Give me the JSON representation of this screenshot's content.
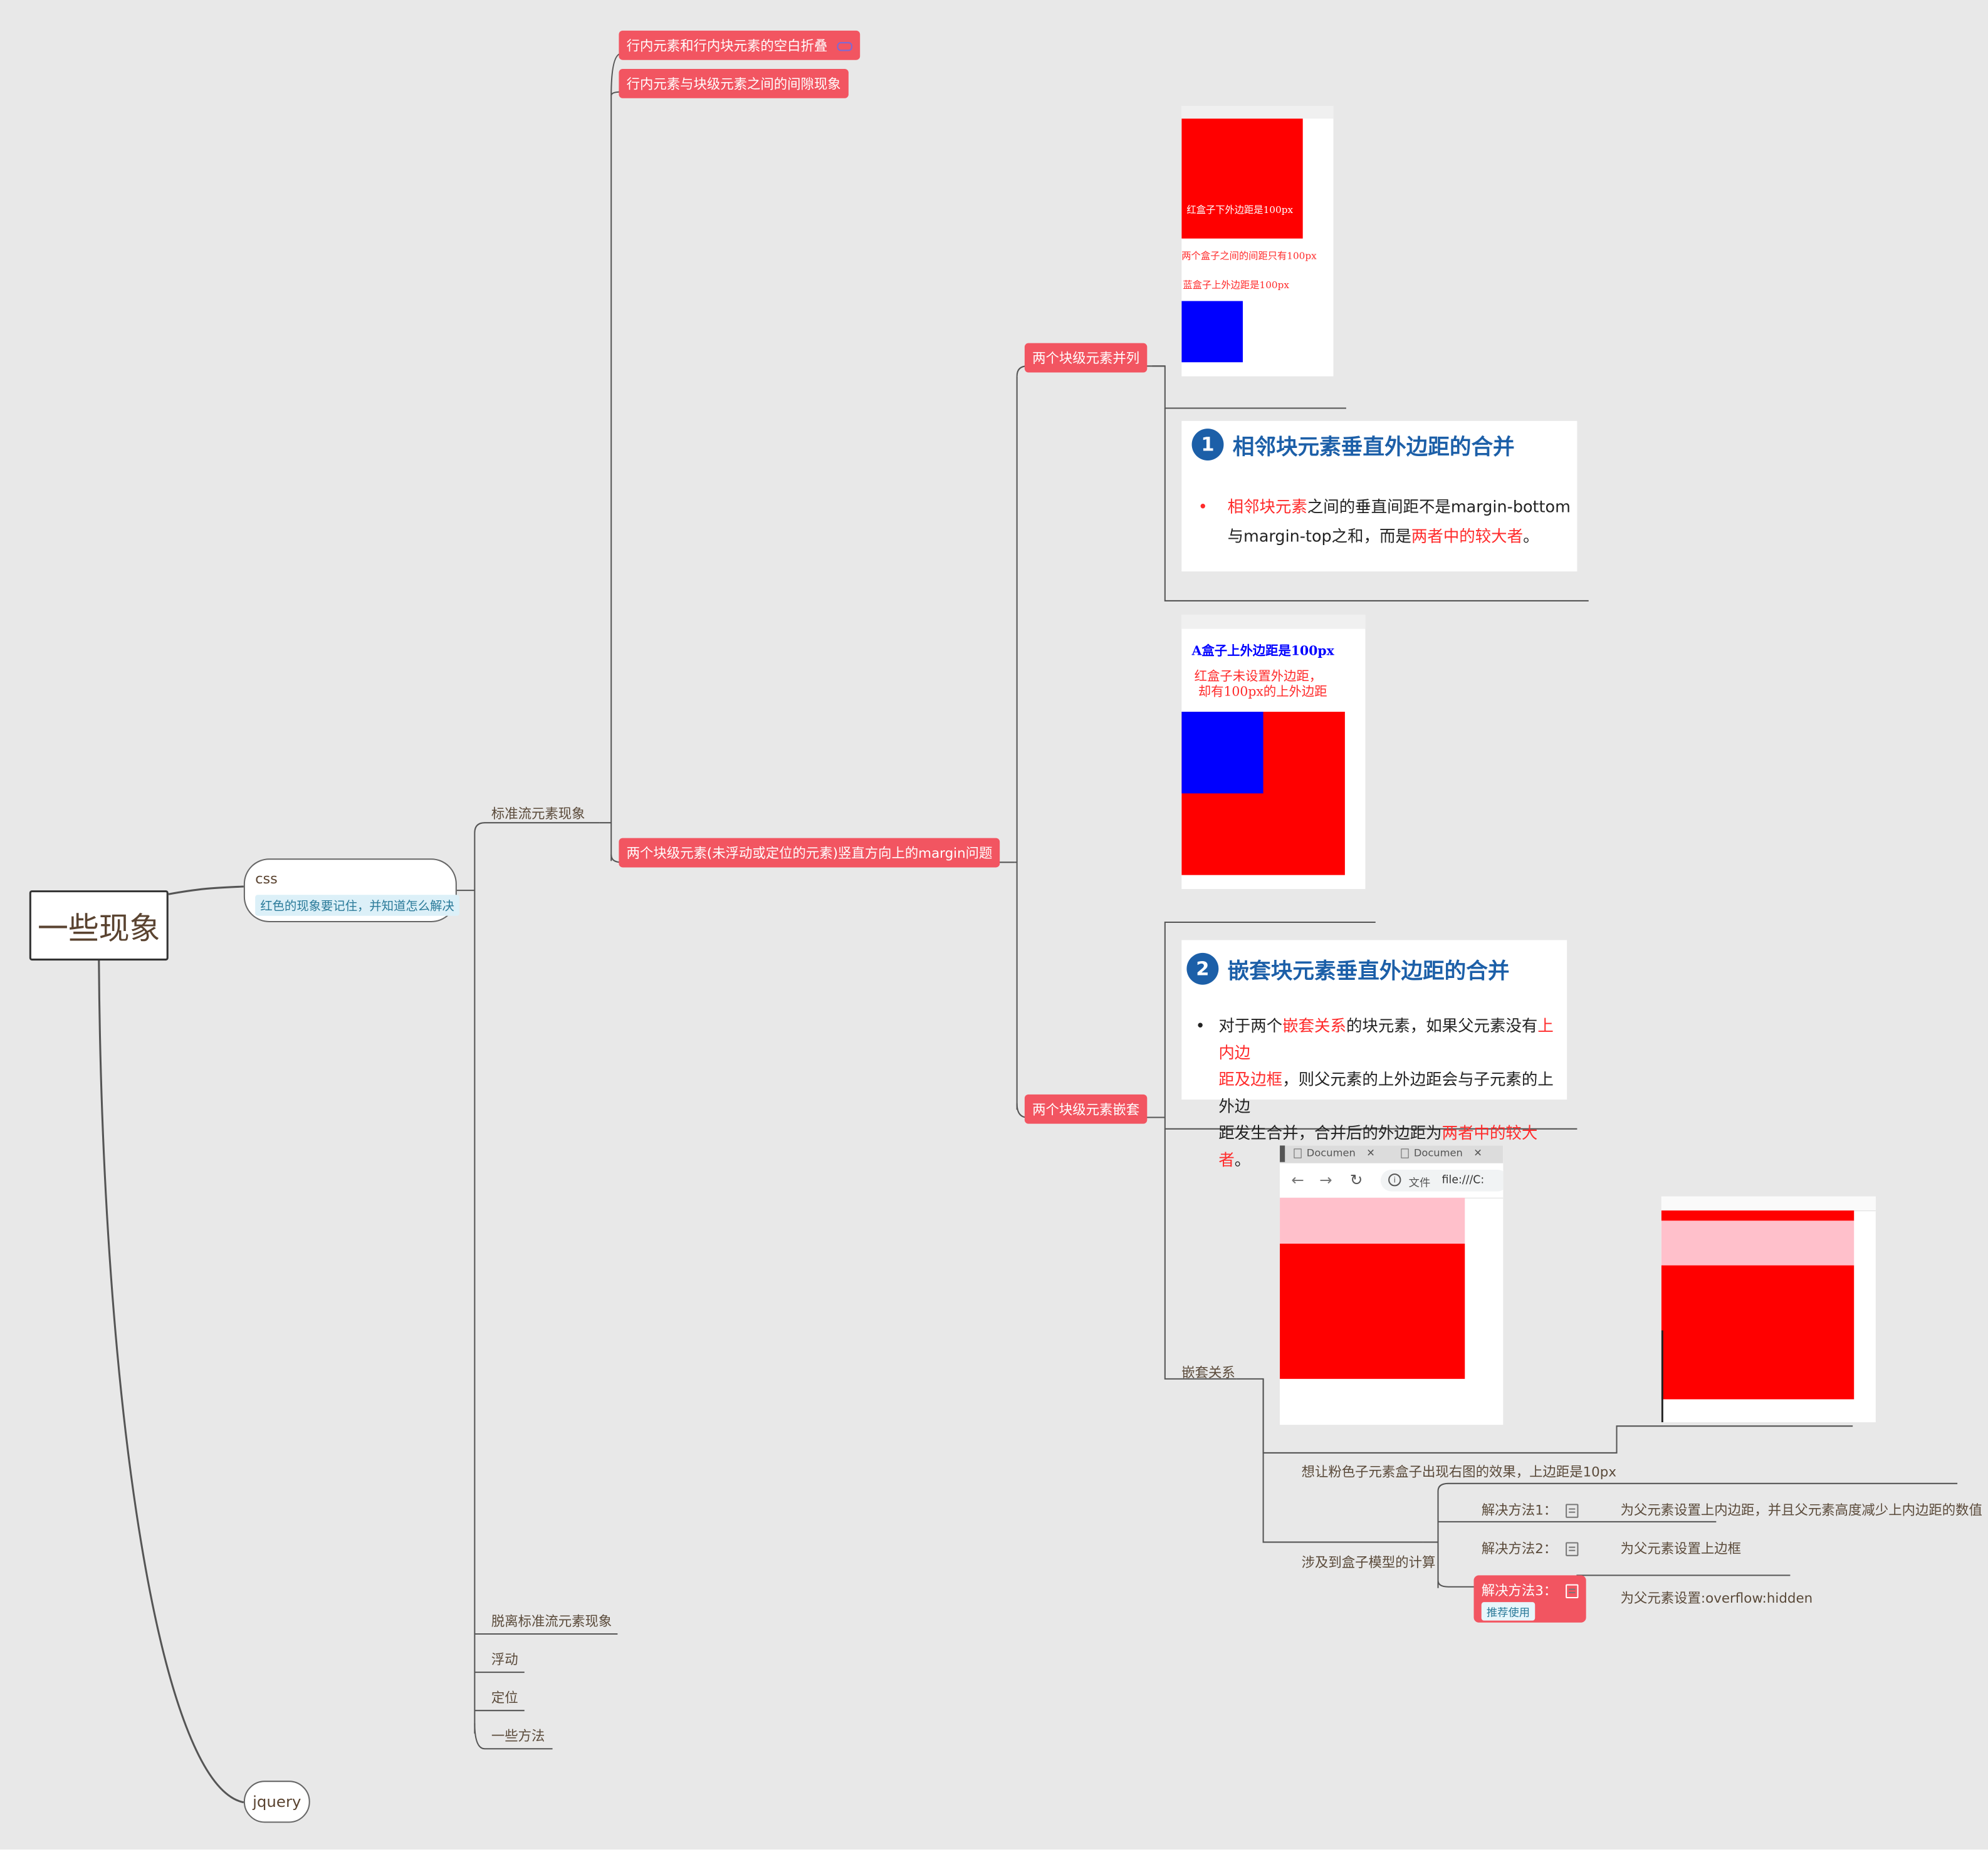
{
  "root": "一些现象",
  "css": {
    "label": "css",
    "note": "红色的现象要记住，并知道怎么解决"
  },
  "jquery": "jquery",
  "standard_flow": {
    "label": "标准流元素现象",
    "items": [
      "行内元素和行内块元素的空白折叠",
      "行内元素与块级元素之间的间隙现象",
      "两个块级元素(未浮动或定位的元素)竖直方向上的margin问题"
    ]
  },
  "other_topics": [
    "脱离标准流元素现象",
    "浮动",
    "定位",
    "一些方法"
  ],
  "parallel": {
    "label": "两个块级元素并列",
    "img_caption1": "红盒子下外边距是100px",
    "img_caption2": "两个盒子之间的间距只有100px",
    "img_caption3": "蓝盒子上外边距是100px",
    "card": {
      "number": "1",
      "title": "相邻块元素垂直外边距的合并",
      "bullet": "•",
      "line1": [
        {
          "t": "相邻块元素",
          "red": true
        },
        {
          "t": "之间的垂直间距不是margin-bottom",
          "red": false
        }
      ],
      "line2": [
        {
          "t": "与margin-top之和，而是",
          "red": false
        },
        {
          "t": "两者中的较大者",
          "red": true
        },
        {
          "t": "。",
          "red": false
        }
      ]
    },
    "img2_caption1": "A盒子上外边距是100px",
    "img2_caption2a": "红盒子未设置外边距，",
    "img2_caption2b": "却有100px的上外边距"
  },
  "nested": {
    "label": "两个块级元素嵌套",
    "card": {
      "number": "2",
      "title": "嵌套块元素垂直外边距的合并",
      "bullet": "•",
      "line1": [
        {
          "t": "对于两个",
          "red": false
        },
        {
          "t": "嵌套关系",
          "red": true
        },
        {
          "t": "的块元素，如果父元素没有",
          "red": false
        },
        {
          "t": "上内边",
          "red": true
        }
      ],
      "line2": [
        {
          "t": "距及边框",
          "red": true
        },
        {
          "t": "，则父元素的上外边距会与子元素的上外边",
          "red": false
        }
      ],
      "line3": [
        {
          "t": "距发生合并，合并后的外边距为",
          "red": false
        },
        {
          "t": "两者中的较大者",
          "red": true
        },
        {
          "t": "。",
          "red": false
        }
      ]
    },
    "relation": "嵌套关系",
    "browser": {
      "tab1": "Documen",
      "tab2": "Documen",
      "close": "✕",
      "address_label": "文件",
      "address": "file:///C:"
    },
    "goal": "想让粉色子元素盒子出现右图的效果，上边距是10px",
    "calc": "涉及到盒子模型的计算",
    "solutions": [
      {
        "label": "解决方法1：",
        "desc": "为父元素设置上内边距，并且父元素高度减少上内边距的数值"
      },
      {
        "label": "解决方法2：",
        "desc": "为父元素设置上边框"
      },
      {
        "label": "解决方法3：",
        "desc": "为父元素设置:overflow:hidden",
        "tag": "推荐使用"
      }
    ]
  },
  "colors": {
    "red_node": "#f25561",
    "card_title": "#1c5fa8",
    "highlight_red": "#ff2a2a",
    "box_red": "#ff0000",
    "box_blue": "#0000ff",
    "box_pink": "#ffc0cb"
  }
}
